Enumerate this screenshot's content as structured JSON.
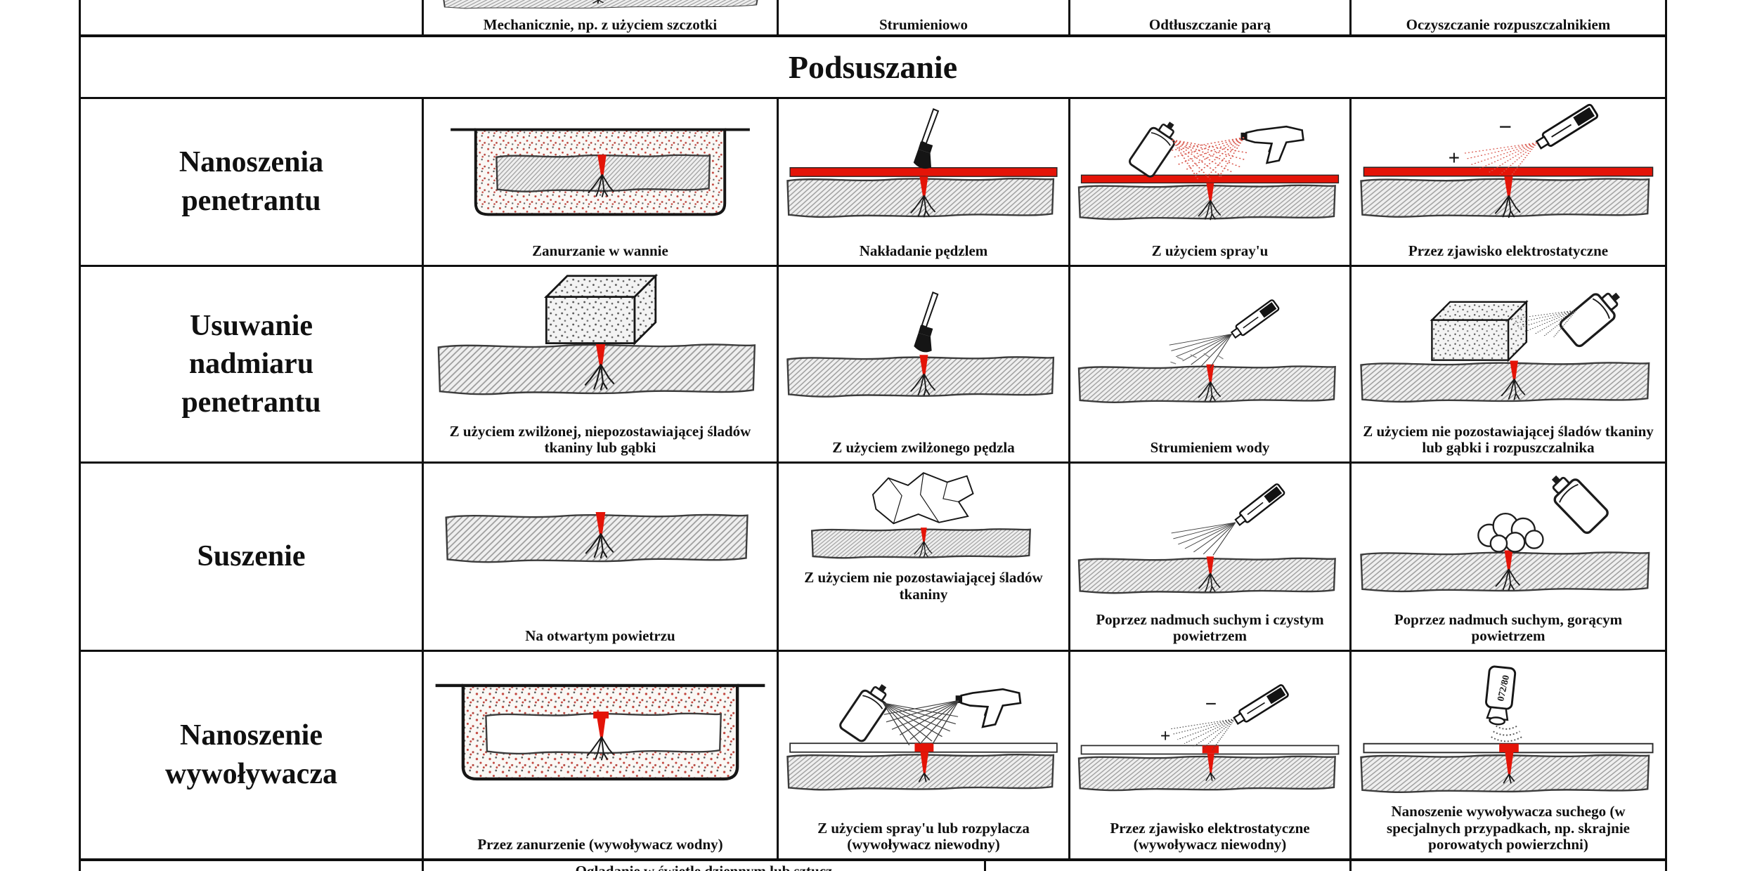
{
  "colors": {
    "accent_red": "#e41408",
    "table_border": "#0f0f0f",
    "hatch_gray": "#9b9b9b"
  },
  "top_row": {
    "cells": [
      {
        "caption": "Mechanicznie, np. z użyciem szczotki",
        "illustration": "brushed-surface-bottom-partial"
      },
      {
        "caption": "Strumieniowo",
        "illustration": ""
      },
      {
        "caption": "Odtłuszczanie parą",
        "illustration": ""
      },
      {
        "caption": "Oczyszczanie rozpuszczalnikiem",
        "illustration": ""
      }
    ]
  },
  "header": {
    "title": "Podsuszanie"
  },
  "rows": [
    {
      "label": "Nanoszenia penetrantu",
      "cells": [
        {
          "caption": "Zanurzanie w wannie",
          "illustration": "immersion-bath-with-part-and-crack"
        },
        {
          "caption": "Nakładanie pędzlem",
          "illustration": "brush-applying-red-penetrant"
        },
        {
          "caption": "Z użyciem spray'u",
          "illustration": "aerosol-can-and-spray-gun-red-penetrant"
        },
        {
          "caption": "Przez zjawisko elektrostatyczne",
          "illustration": "electrostatic-gun-red-penetrant",
          "plus": "+",
          "minus": "−"
        }
      ]
    },
    {
      "label": "Usuwanie nadmiaru penetrantu",
      "cells": [
        {
          "caption": "Z użyciem zwilżonej, niepozostawiającej śladów tkaniny lub gąbki",
          "illustration": "damp-lint-free-sponge-on-part"
        },
        {
          "caption": "Z użyciem zwilżonego pędzla",
          "illustration": "damp-brush-on-part"
        },
        {
          "caption": "Strumieniem wody",
          "illustration": "water-jet-on-part"
        },
        {
          "caption": "Z użyciem nie pozostawiającej śladów tkaniny lub gąbki i rozpuszczalnika",
          "illustration": "sponge-and-solvent-aerosol"
        }
      ]
    },
    {
      "label": "Suszenie",
      "cells": [
        {
          "caption": "Na otwartym powietrzu",
          "illustration": "part-drying-in-open-air"
        },
        {
          "caption": "Z użyciem nie pozostawiającej śladów tkaniny",
          "illustration": "lint-free-cloth-wipe"
        },
        {
          "caption": "Poprzez nadmuch suchym i czystym powietrzem",
          "illustration": "dry-clean-air-blower"
        },
        {
          "caption": "Poprzez nadmuch suchym, gorącym powietrzem",
          "illustration": "dry-hot-air-blower-with-cloud"
        }
      ]
    },
    {
      "label": "Nanoszenie wywoływacza",
      "cells": [
        {
          "caption": "Przez zanurzenie (wywoływacz wodny)",
          "illustration": "developer-immersion-bath"
        },
        {
          "caption": "Z użyciem spray'u lub rozpylacza (wywoływacz niewodny)",
          "illustration": "developer-aerosol-and-spray-gun"
        },
        {
          "caption": "Przez zjawisko elektrostatyczne (wywoływacz niewodny)",
          "illustration": "developer-electrostatic-gun",
          "plus": "+",
          "minus": "−"
        },
        {
          "caption": "Nanoszenie wywoływacza suchego (w specjalnych przypadkach, np. skrajnie porowatych powierzchni)",
          "illustration": "dry-powder-developer-bottle",
          "bottle_label": "072/80"
        }
      ]
    }
  ],
  "bottom_row": {
    "partial_caption": "Oglądanie w świetle dziennym lub sztucz"
  }
}
